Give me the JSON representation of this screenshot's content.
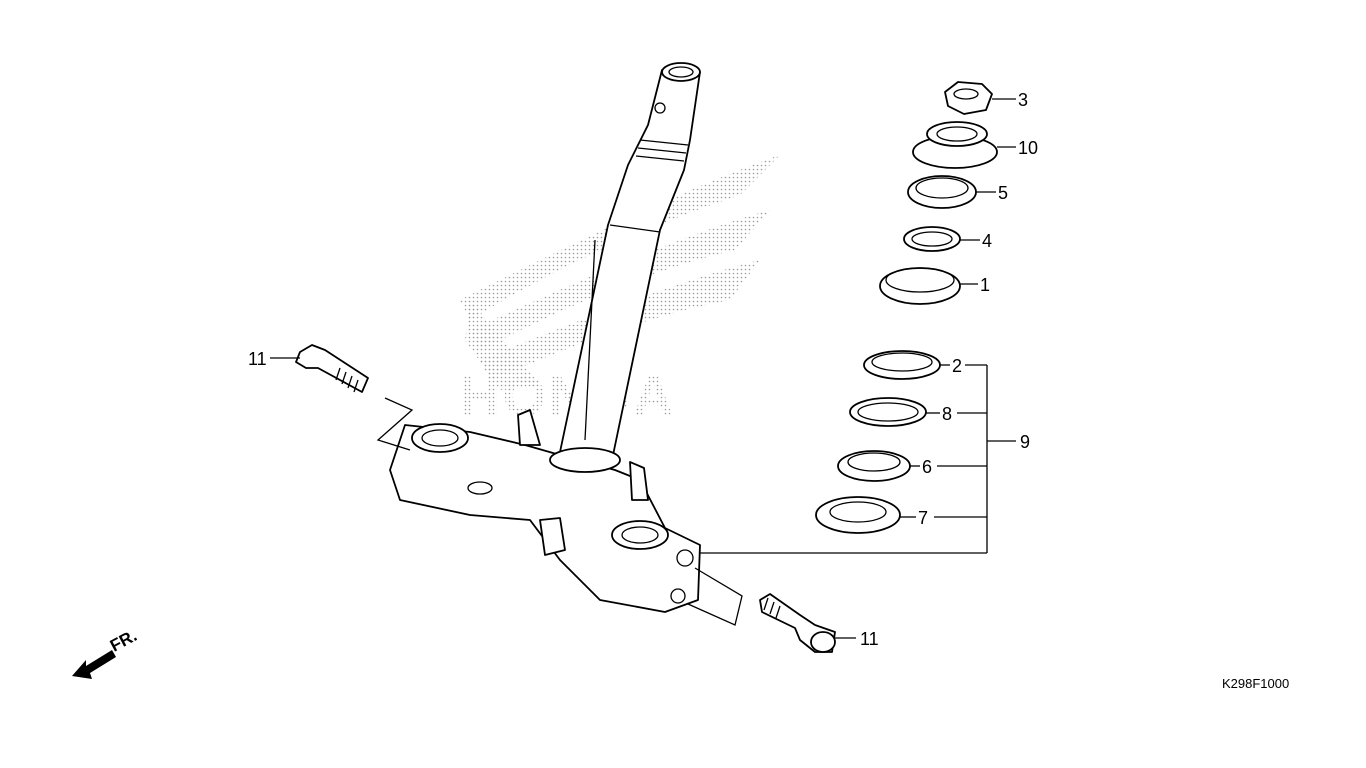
{
  "diagram": {
    "watermark_text": "HONDA",
    "diagram_code": "K298F1000",
    "front_indicator": "FR.",
    "part_callouts": [
      {
        "id": "p1",
        "number": "1"
      },
      {
        "id": "p2",
        "number": "2"
      },
      {
        "id": "p3",
        "number": "3"
      },
      {
        "id": "p4",
        "number": "4"
      },
      {
        "id": "p5",
        "number": "5"
      },
      {
        "id": "p6",
        "number": "6"
      },
      {
        "id": "p7",
        "number": "7"
      },
      {
        "id": "p8",
        "number": "8"
      },
      {
        "id": "p9",
        "number": "9"
      },
      {
        "id": "p10",
        "number": "10"
      },
      {
        "id": "p11a",
        "number": "11"
      },
      {
        "id": "p11b",
        "number": "11"
      }
    ]
  },
  "colors": {
    "line": "#000000",
    "background": "#ffffff",
    "watermark_dots": "#9a9a9a"
  }
}
